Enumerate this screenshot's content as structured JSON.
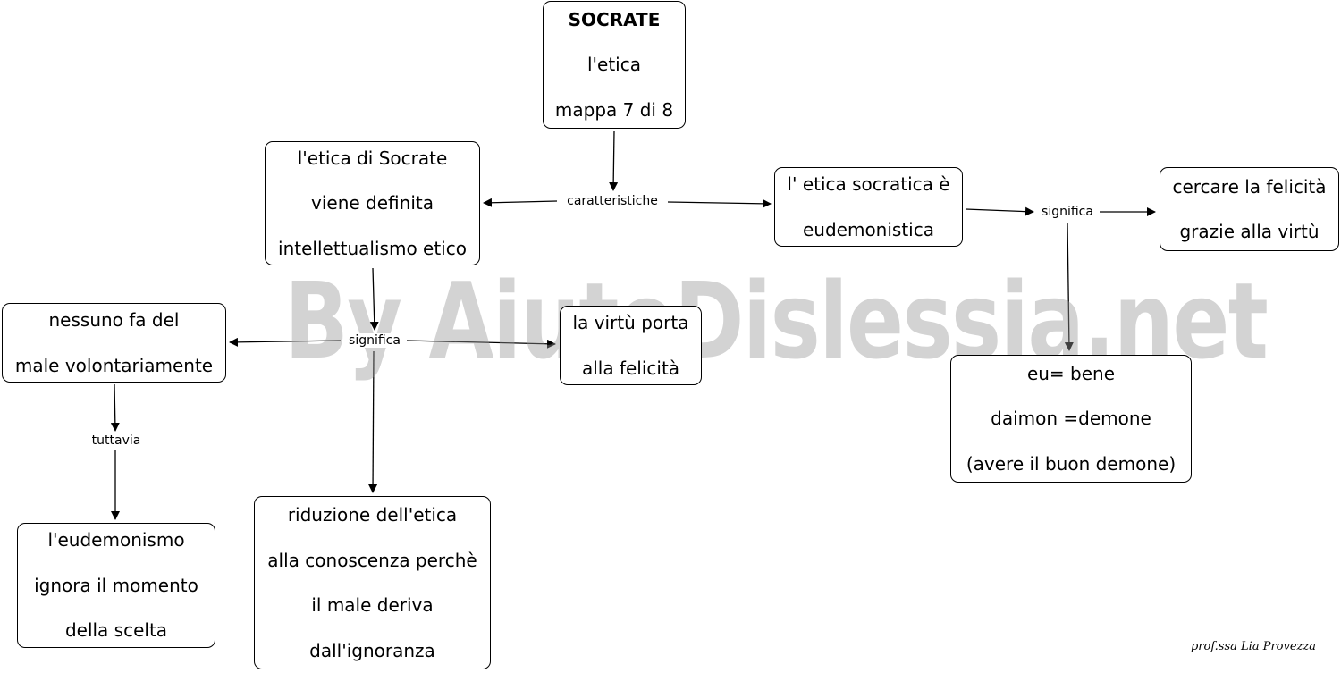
{
  "nodes": {
    "socrate": {
      "lines": [
        "SOCRATE",
        "l'etica",
        "mappa 7 di 8"
      ]
    },
    "intellettualismo": {
      "lines": [
        "l'etica di  Socrate",
        "viene definita",
        "intellettualismo etico"
      ]
    },
    "eudemonistica": {
      "lines": [
        "l' etica socratica è",
        "eudemonistica"
      ]
    },
    "felicita_virtu": {
      "lines": [
        "cercare la felicità",
        "grazie alla virtù"
      ]
    },
    "nessuno": {
      "lines": [
        "nessuno fa del",
        "male volontariamente"
      ]
    },
    "virtu_porta": {
      "lines": [
        "la virtù porta",
        "alla felicità"
      ]
    },
    "eu_bene": {
      "lines": [
        "eu= bene",
        "daimon =demone",
        "(avere il buon demone)"
      ]
    },
    "eudemonismo": {
      "lines": [
        "l'eudemonismo",
        "ignora il momento",
        "della scelta"
      ]
    },
    "riduzione": {
      "lines": [
        "riduzione dell'etica",
        "alla conoscenza perchè",
        "il male deriva",
        "dall'ignoranza"
      ]
    }
  },
  "links": {
    "caratteristiche": "caratteristiche",
    "significa_right": "significa",
    "significa_left": "significa",
    "tuttavia": "tuttavia"
  },
  "watermark": "By AiutoDislessia.net",
  "signature": "prof.ssa Lia Provezza"
}
